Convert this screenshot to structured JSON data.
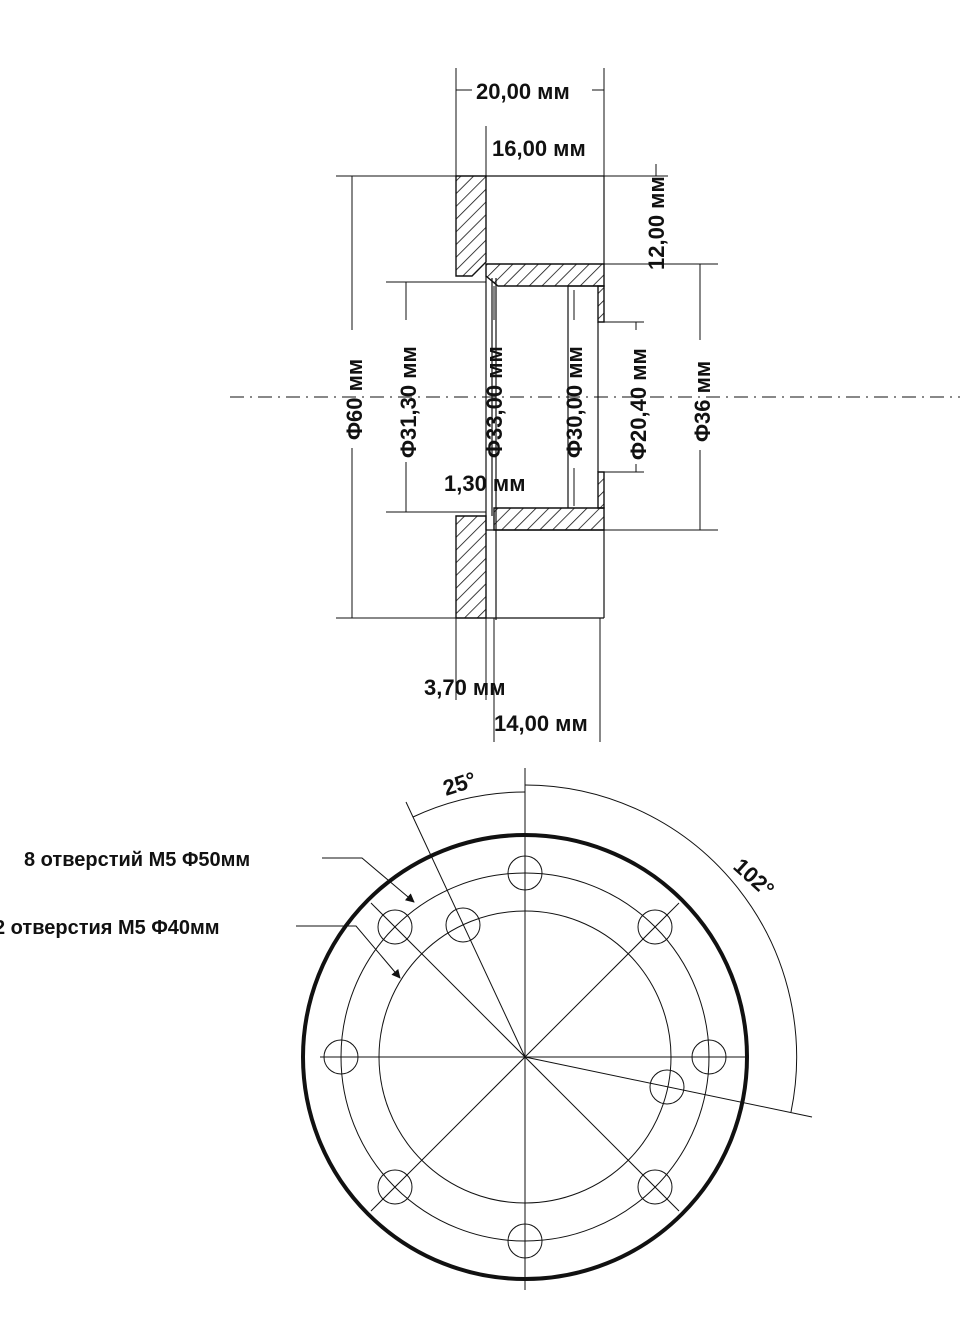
{
  "section": {
    "dim_total_width": "20,00 мм",
    "dim_flange_to_face": "16,00 мм",
    "dim_height_step": "12,00 мм",
    "dim_d60": "Φ60 мм",
    "dim_d31_3": "Φ31,30 мм",
    "dim_d33": "Φ33,00 мм",
    "dim_d30": "Φ30,00 мм",
    "dim_d20_4": "Φ20,40 мм",
    "dim_d36": "Φ36 мм",
    "dim_gap": "1,30 мм",
    "dim_flange_thickness": "3,70 мм",
    "dim_body_length": "14,00 мм"
  },
  "plan": {
    "angle_small": "25°",
    "angle_large": "102°",
    "note_holes_outer": "8 отверстий М5 Φ50мм",
    "note_holes_inner": "2 отверстия М5 Φ40мм"
  }
}
